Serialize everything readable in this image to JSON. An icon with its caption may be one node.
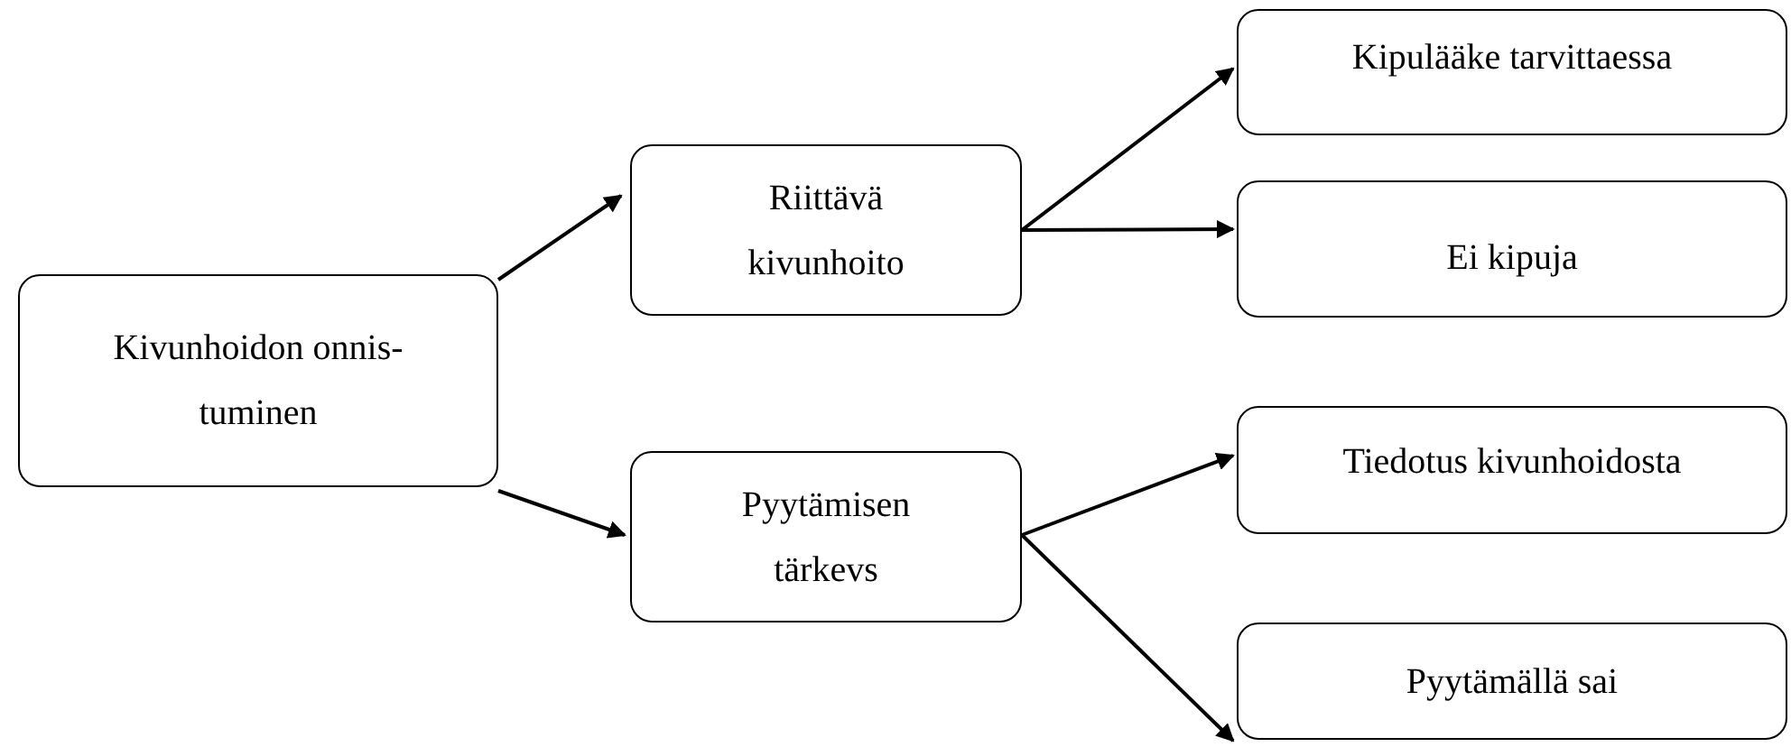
{
  "diagram": {
    "nodes": [
      {
        "text": [
          "Kivunhoidon onnis- tuminen"
        ]
      },
      {
        "text": [
          "Riittävä kivunhoito"
        ]
      },
      {
        "text": [
          "Pyytämisen tärkevs"
        ]
      },
      {
        "text": [
          "Kipulääke tarvittaessa"
        ]
      },
      {
        "text": [
          "Ei kipuja"
        ]
      },
      {
        "text": [
          "Tiedotus kivunhoidosta"
        ]
      },
      {
        "text": [
          "Pyytämällä sai"
        ]
      }
    ],
    "edges": [
      {
        "from": 0,
        "to": 1,
        "arrow": "to"
      },
      {
        "from": 0,
        "to": 2,
        "arrow": "to"
      },
      {
        "from": 1,
        "to": 3,
        "arrow": "to"
      },
      {
        "from": 1,
        "to": 4,
        "arrow": "to"
      },
      {
        "from": 2,
        "to": 5,
        "arrow": "to"
      },
      {
        "from": 2,
        "to": 6,
        "arrow": "to"
      }
    ]
  }
}
